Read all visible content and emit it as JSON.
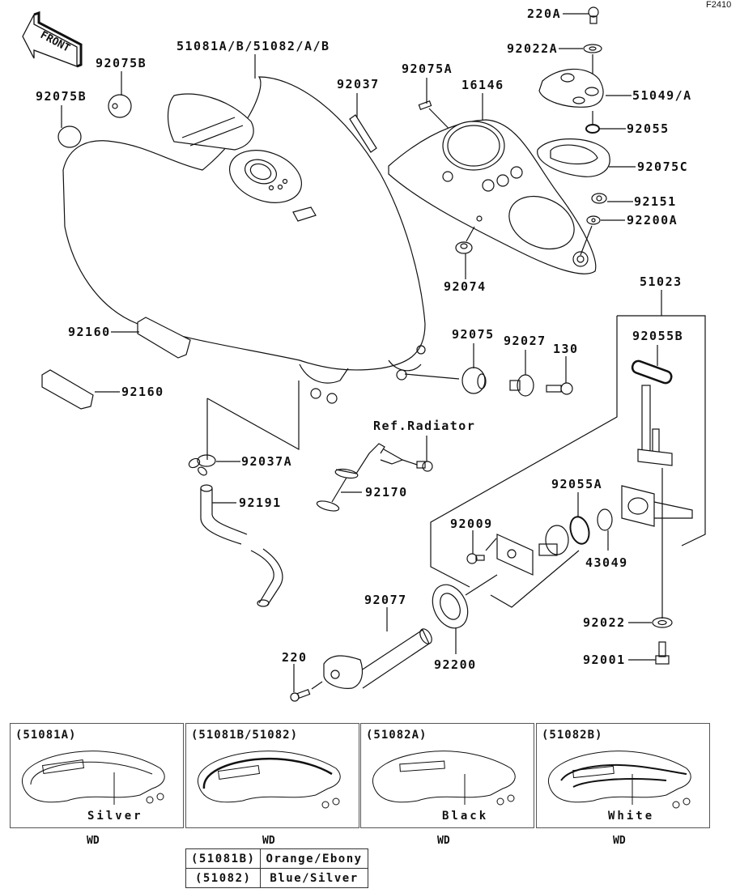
{
  "figure_id": "F2410",
  "front_indicator": "FRONT",
  "labels": {
    "tank": "51081A/B/51082/A/B",
    "damper_b_1": "92075B",
    "damper_b_2": "92075B",
    "band": "92037",
    "damper_a": "92075A",
    "cover": "16146",
    "screw_220a": "220A",
    "washer_92022a": "92022A",
    "cap": "51049/A",
    "oring_92055": "92055",
    "pad_92075c": "92075C",
    "screw_92151": "92151",
    "washer_92200a": "92200A",
    "grommet_92074": "92074",
    "cock_assy": "51023",
    "gasket_92055b": "92055B",
    "damper_92075": "92075",
    "collar_92027": "92027",
    "bolt_130": "130",
    "pad_92160_1": "92160",
    "pad_92160_2": "92160",
    "clamp_92037a": "92037A",
    "hose_92191": "92191",
    "ref_radiator": "Ref.Radiator",
    "bracket_92170": "92170",
    "screw_92009": "92009",
    "oring_92055a": "92055A",
    "clip_43049": "43049",
    "lever_92077": "92077",
    "washer_92200": "92200",
    "screw_220": "220",
    "washer_92022": "92022",
    "bolt_92001": "92001"
  },
  "variants": [
    {
      "code": "(51081A)",
      "color": "Silver",
      "note": "WD"
    },
    {
      "code": "(51081B/51082)",
      "color": "",
      "note": "WD"
    },
    {
      "code": "(51082A)",
      "color": "Black",
      "note": "WD"
    },
    {
      "code": "(51082B)",
      "color": "White",
      "note": "WD"
    }
  ],
  "color_table": [
    {
      "code": "(51081B)",
      "color": "Orange/Ebony"
    },
    {
      "code": "(51082)",
      "color": "Blue/Silver"
    }
  ]
}
